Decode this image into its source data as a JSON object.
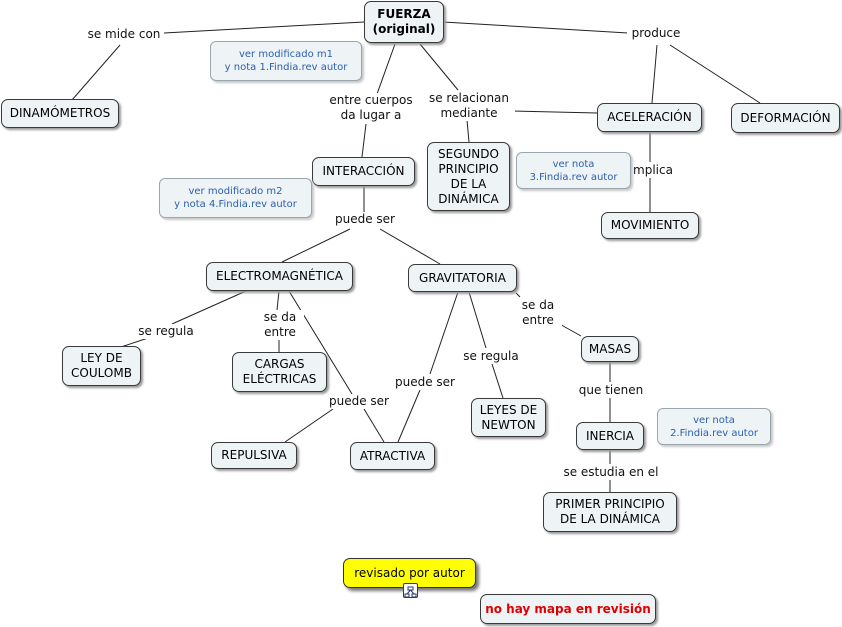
{
  "nodes": {
    "fuerza": "FUERZA\n(original)",
    "dinamometros": "DINAMÓMETROS",
    "interaccion": "INTERACCIÓN",
    "segundo": "SEGUNDO\nPRINCIPIO\nDE LA\nDINÁMICA",
    "aceleracion": "ACELERACIÓN",
    "deformacion": "DEFORMACIÓN",
    "movimiento": "MOVIMIENTO",
    "electro": "ELECTROMAGNÉTICA",
    "gravitatoria": "GRAVITATORIA",
    "coulomb": "LEY DE\nCOULOMB",
    "cargas": "CARGAS\nELÉCTRICAS",
    "repulsiva": "REPULSIVA",
    "atractiva": "ATRACTIVA",
    "newton": "LEYES DE\nNEWTON",
    "masas": "MASAS",
    "inercia": "INERCIA",
    "primer": "PRIMER PRINCIPIO\nDE LA DINÁMICA"
  },
  "labels": {
    "se_mide_con": "se mide con",
    "produce": "produce",
    "entre_cuerpos": "entre cuerpos\nda lugar a",
    "se_relacionan": "se relacionan\nmediante",
    "implica": "mplica",
    "puede_ser_top": "puede ser",
    "se_regula_1": "se regula",
    "se_da_entre_1": "se da\nentre",
    "se_da_entre_2": "se da\nentre",
    "puede_ser_left": "puede ser",
    "puede_ser_mid": "puede ser",
    "se_regula_2": "se regula",
    "que_tienen": "que tienen",
    "se_estudia": "se estudia en el"
  },
  "notes": {
    "m1": "ver modificado m1\ny nota 1.Findia.rev autor",
    "m2": "ver modificado m2\ny nota 4.Findia.rev autor",
    "n3": "ver nota\n3.Findia.rev autor",
    "n2": "ver nota\n2.Findia.rev autor"
  },
  "status": {
    "revisado": "revisado por autor",
    "no_mapa": "no hay mapa en revisión"
  },
  "icons": {
    "map": "concept-map-icon"
  },
  "colors": {
    "node_fill": "#eef3f6",
    "note_text": "#2b5fae",
    "highlight": "#ffff00",
    "alert_text": "#e00000"
  }
}
